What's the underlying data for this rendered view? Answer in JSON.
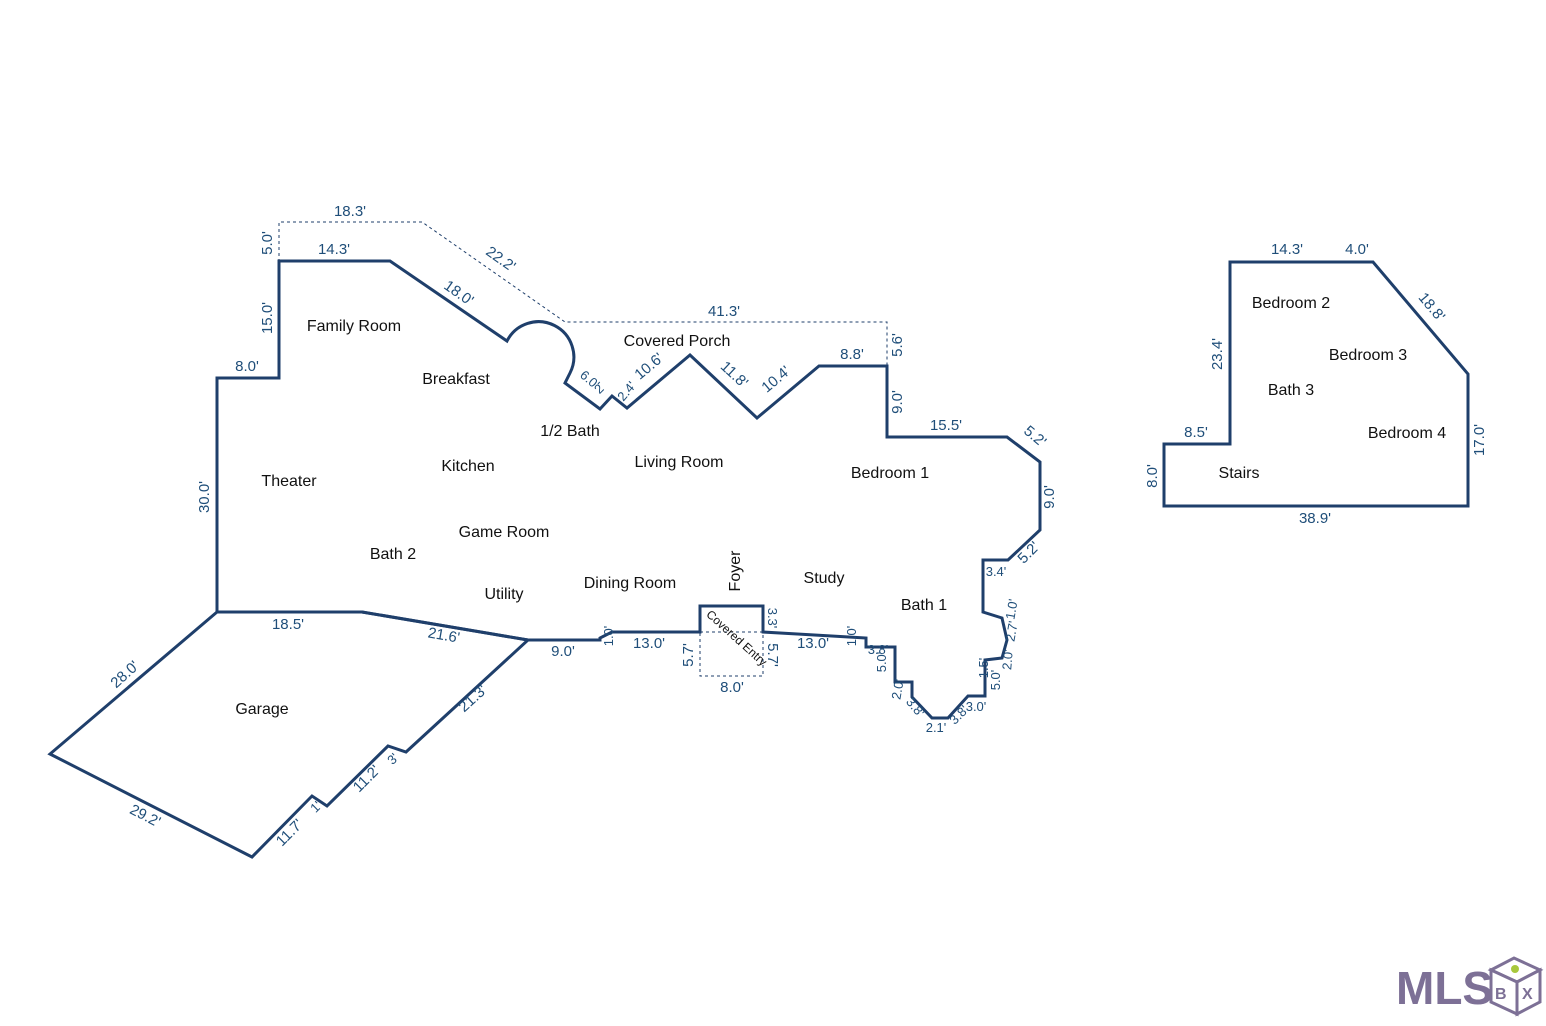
{
  "rooms": {
    "family_room": "Family Room",
    "breakfast": "Breakfast",
    "covered_porch": "Covered Porch",
    "half_bath": "1/2 Bath",
    "living_room": "Living Room",
    "bedroom1": "Bedroom 1",
    "theater": "Theater",
    "kitchen": "Kitchen",
    "game_room": "Game Room",
    "bath2": "Bath 2",
    "utility": "Utility",
    "dining_room": "Dining Room",
    "foyer": "Foyer",
    "study": "Study",
    "bath1": "Bath 1",
    "covered_entry": "Covered Entry",
    "garage": "Garage",
    "bedroom2": "Bedroom 2",
    "bedroom3": "Bedroom 3",
    "bath3": "Bath 3",
    "bedroom4": "Bedroom 4",
    "stairs": "Stairs"
  },
  "dims": {
    "porch_top": "18.3'",
    "porch_diag": "22.2'",
    "porch_left": "5.0'",
    "top_family": "14.3'",
    "family_diag": "18.0'",
    "family_left": "15.0'",
    "step_8": "8.0'",
    "porch_long": "41.3'",
    "porch_right": "5.6'",
    "w6_0": "6.0'",
    "w2a": "2",
    "w2_4": "2.4'",
    "w10_6": "10.6'",
    "w11_8": "11.8'",
    "w10_4": "10.4'",
    "w8_8": "8.8'",
    "w9_0": "9.0'",
    "w15_5": "15.5'",
    "w5_2a": "5.2'",
    "w9_0b": "9.0'",
    "w5_2b": "5.2'",
    "w30": "30.0'",
    "w3_4": "3.4'",
    "w18_5": "18.5'",
    "w21_6": "21.6'",
    "w9_0c": "9.0'",
    "w1_0a": "1.0'",
    "w13_0a": "13.0'",
    "w5_7a": "5.7'",
    "w8_0e": "8.0'",
    "w3_3": "3.3'",
    "w5_7b": "5.7'",
    "w13_0b": "13.0'",
    "w1_0b": "1.0'",
    "w3_8a": "3.8'",
    "w5_0a": "5.0'",
    "w2_0a": "2.0'",
    "w3_8b": "3.8'",
    "w2_1": "2.1'",
    "w3_8c": "3.8'",
    "w3_0": "3.0'",
    "w1_5": "1.5'",
    "w5_0b": "5.0'",
    "w2_0b": "2.0'",
    "w2_7": "2.7'",
    "w1_0c": "1.0'",
    "w28": "28.0'",
    "w29_2": "29.2'",
    "w21_3": "21.3'",
    "w11_2": "11.2'",
    "w11_7": "11.7'",
    "w3_ga": "3'",
    "w1_ga": "1'",
    "u14_3": "14.3'",
    "u4_0": "4.0'",
    "u18_8": "18.8'",
    "u23_4": "23.4'",
    "u17_0": "17.0'",
    "u8_5": "8.5'",
    "u8_0": "8.0'",
    "u38_9": "38.9'"
  },
  "logo": {
    "text": "MLS",
    "brand_color": "#7d7096",
    "icon": "box-icon"
  },
  "colors": {
    "wall": "#1f3f6b",
    "dimension": "#1f4e79"
  }
}
